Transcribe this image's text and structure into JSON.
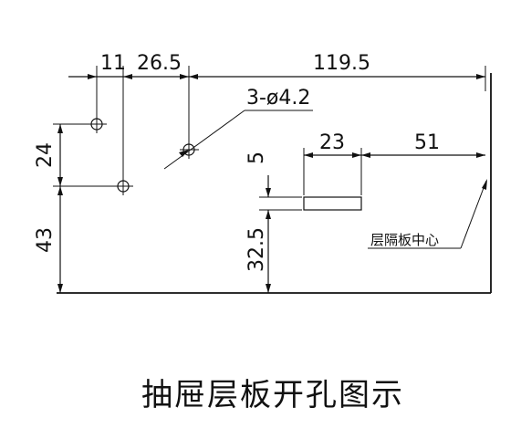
{
  "drawing": {
    "dimensions": {
      "d11": "11",
      "d26_5": "26.5",
      "d119_5": "119.5",
      "hole_spec": "3-ø4.2",
      "d24": "24",
      "d43": "43",
      "d5": "5",
      "d32_5": "32.5",
      "d23": "23",
      "d51": "51"
    },
    "note_center": "层隔板中心",
    "caption": "抽屉层板开孔图示"
  },
  "colors": {
    "line": "#111111",
    "background": "#ffffff"
  }
}
